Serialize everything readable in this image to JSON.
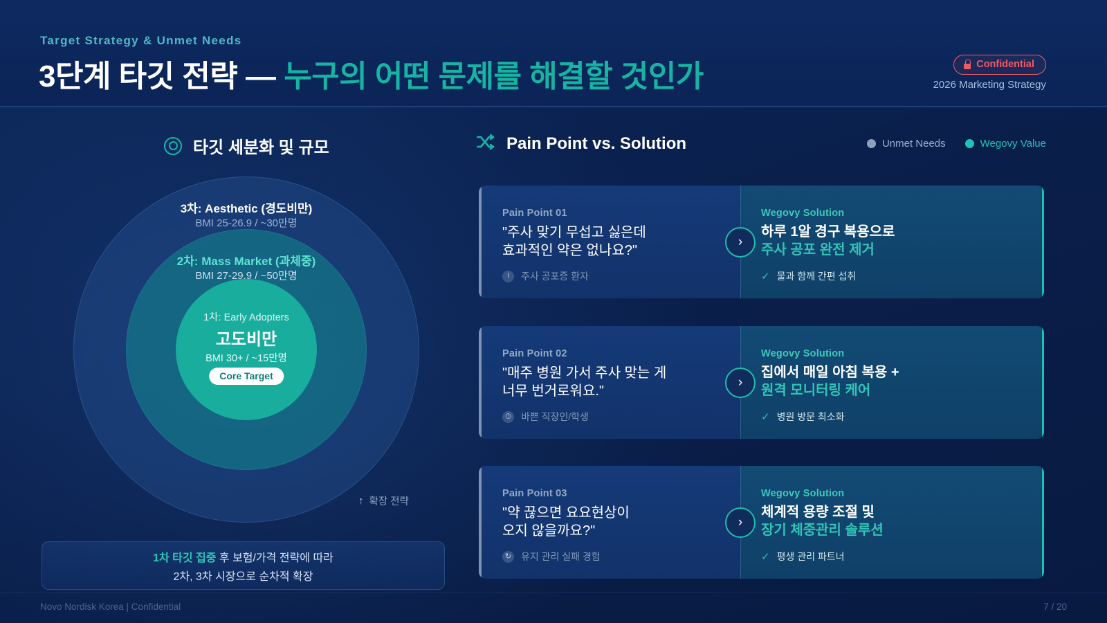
{
  "header": {
    "eyebrow": "Target Strategy & Unmet Needs",
    "title_plain": "3단계 타깃 전략 — ",
    "title_accent": "누구의 어떤 문제를 해결할 것인가",
    "badge_label": "Confidential",
    "badge_icon": "lock-icon",
    "sub_right": "2026 Marketing Strategy",
    "accent_color": "#17b3a3",
    "badge_color": "#f05a63"
  },
  "left_panel": {
    "section_title": "타깃 세분화 및 규모",
    "section_icon": "target-icon",
    "rings": [
      {
        "label": "3차: Aesthetic (경도비만)",
        "sub": "BMI 25-26.9 / ~30만명",
        "color": "#2e60a6"
      },
      {
        "label": "2차: Mass Market (과체중)",
        "sub": "BMI 27-29.9 / ~50만명",
        "color": "#127688"
      },
      {
        "label": "1차: Early Adopters",
        "main": "고도비만",
        "sub": "BMI 30+ / ~15만명",
        "pill": "Core Target",
        "color": "#19ad9e"
      }
    ],
    "expand_icon": "arrow-up-icon",
    "expand_label": "확장 전략",
    "note_line1_bold": "1차 타깃 집중",
    "note_line1_rest": " 후 보험/가격 전략에 따라",
    "note_line2": "2차, 3차 시장으로 순차적 확장"
  },
  "right_panel": {
    "section_title": "Pain Point vs. Solution",
    "section_icon": "shuffle-icon",
    "legend": [
      {
        "label": "Unmet Needs",
        "color": "#8fa0bb"
      },
      {
        "label": "Wegovy Value",
        "color": "#1fc2b2"
      }
    ],
    "cards": [
      {
        "pain_kicker": "Pain Point 01",
        "pain_quote_line1": "\"주사 맞기 무섭고 싫은데",
        "pain_quote_line2": "효과적인 약은 없나요?\"",
        "pain_tag_icon": "alert-circle-icon",
        "pain_tag": "주사 공포증 환자",
        "sol_kicker": "Wegovy Solution",
        "sol_line1": "하루 1알 경구 복용으로",
        "sol_line2": "주사 공포 완전 제거",
        "sol_check_icon": "check-icon",
        "sol_check": "물과 함께 간편 섭취",
        "arrow_icon": "chevron-right-icon"
      },
      {
        "pain_kicker": "Pain Point 02",
        "pain_quote_line1": "\"매주 병원 가서 주사 맞는 게",
        "pain_quote_line2": "너무 번거로워요.\"",
        "pain_tag_icon": "clock-icon",
        "pain_tag": "바쁜 직장인/학생",
        "sol_kicker": "Wegovy Solution",
        "sol_line1": "집에서 매일 아침 복용 +",
        "sol_line2": "원격 모니터링 케어",
        "sol_check_icon": "check-icon",
        "sol_check": "병원 방문 최소화",
        "arrow_icon": "chevron-right-icon"
      },
      {
        "pain_kicker": "Pain Point 03",
        "pain_quote_line1": "\"약 끊으면 요요현상이",
        "pain_quote_line2": "오지 않을까요?\"",
        "pain_tag_icon": "history-icon",
        "pain_tag": "유지 관리 실패 경험",
        "sol_kicker": "Wegovy Solution",
        "sol_line1": "체계적 용량 조절 및",
        "sol_line2": "장기 체중관리 솔루션",
        "sol_check_icon": "check-icon",
        "sol_check": "평생 관리 파트너",
        "arrow_icon": "chevron-right-icon"
      }
    ]
  },
  "footer": {
    "left": "Novo Nordisk Korea | Confidential",
    "right": "7 / 20"
  }
}
